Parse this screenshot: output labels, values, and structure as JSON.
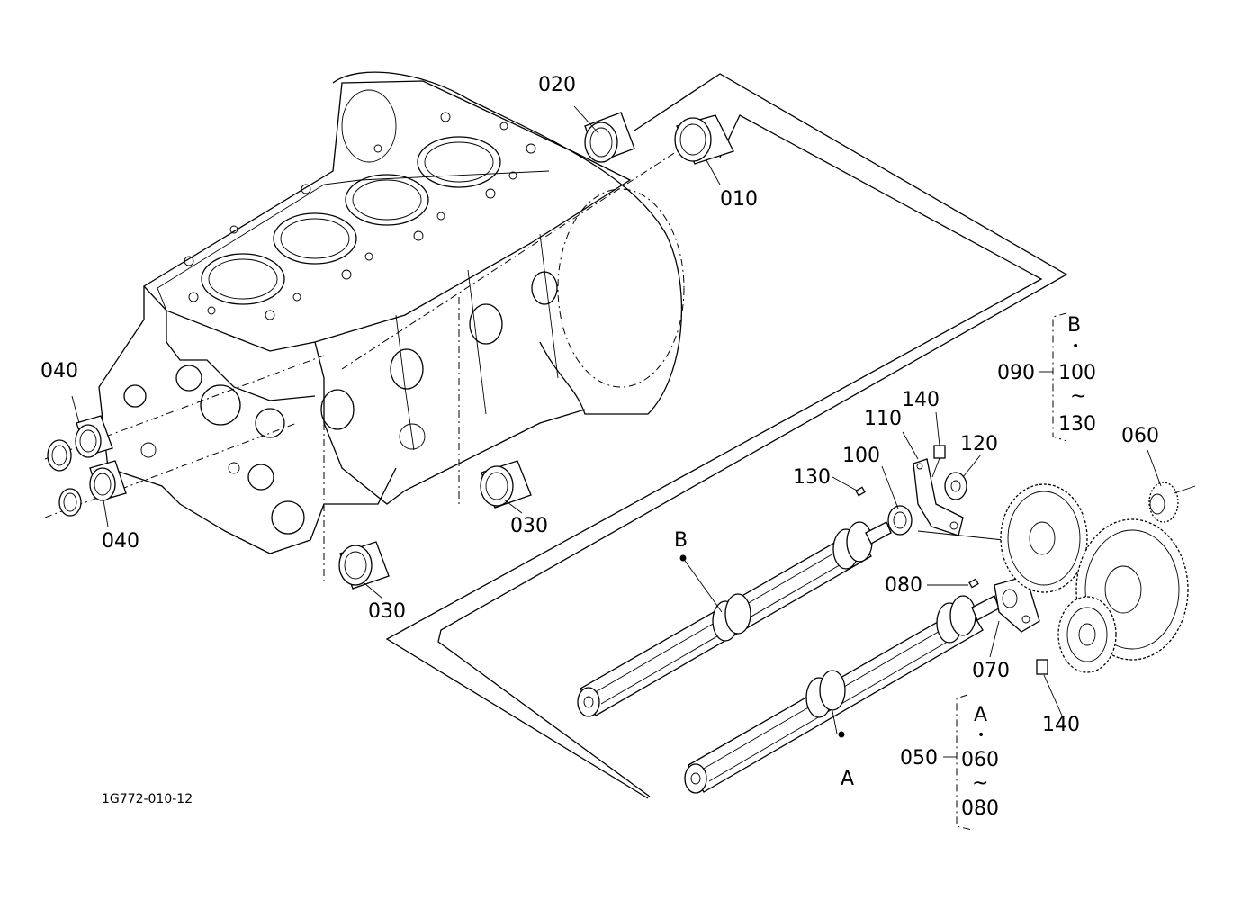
{
  "diagram_id": "1G772-010-12",
  "callouts": {
    "p010": "010",
    "p020": "020",
    "p030a": "030",
    "p030b": "030",
    "p040a": "040",
    "p040b": "040",
    "p050": "050",
    "p060": "060",
    "p070": "070",
    "p080": "080",
    "p090": "090",
    "p100": "100",
    "p110": "110",
    "p120": "120",
    "p130": "130",
    "p140a": "140",
    "p140b": "140"
  },
  "shaft_labels": {
    "a": "A",
    "b": "B"
  },
  "group_b": {
    "ref": "B",
    "dot": "•",
    "from": "100",
    "tilde": "~",
    "to": "130"
  },
  "group_a": {
    "ref": "A",
    "dot": "•",
    "from": "060",
    "tilde": "~",
    "to": "080"
  }
}
